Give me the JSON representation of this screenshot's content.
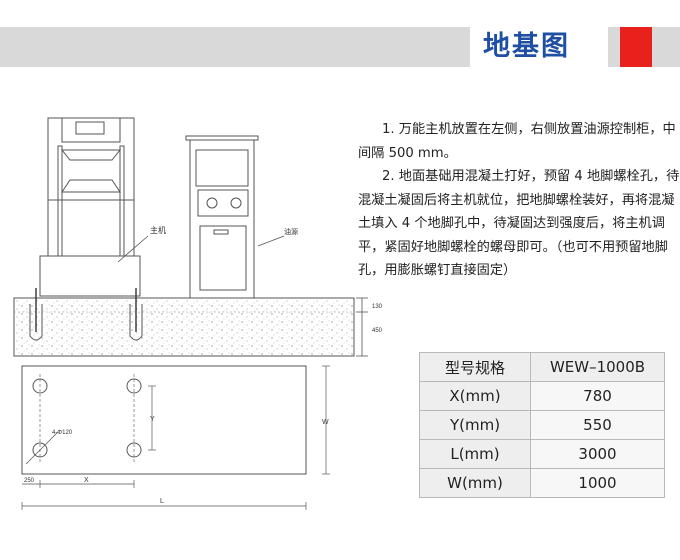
{
  "page": {
    "title": "地基图"
  },
  "colors": {
    "accent": "#e8211c",
    "title": "#1f4fa3",
    "band": "#d9d9d9"
  },
  "drawing": {
    "host_label": "主机",
    "console_label": "油源",
    "dims": {
      "depth": "450",
      "top": "130",
      "hole": "4-Φ120",
      "edge": "250",
      "x": "X",
      "y": "Y",
      "w": "W",
      "l": "L"
    }
  },
  "notes": [
    "1. 万能主机放置在左侧，右侧放置油源控制柜，中间隔 500 mm。",
    "2. 地面基础用混凝土打好，预留 4 地脚螺栓孔，待混凝土凝固后将主机就位，把地脚螺栓装好，再将混凝土填入 4 个地脚孔中，待凝固达到强度后，将主机调平，紧固好地脚螺栓的螺母即可。（也可不用预留地脚孔，用膨胀螺钉直接固定）"
  ],
  "spec_table": {
    "header": [
      "型号规格",
      "WEW–1000B"
    ],
    "rows": [
      [
        "X(mm)",
        "780"
      ],
      [
        "Y(mm)",
        "550"
      ],
      [
        "L(mm)",
        "3000"
      ],
      [
        "W(mm)",
        "1000"
      ]
    ]
  }
}
